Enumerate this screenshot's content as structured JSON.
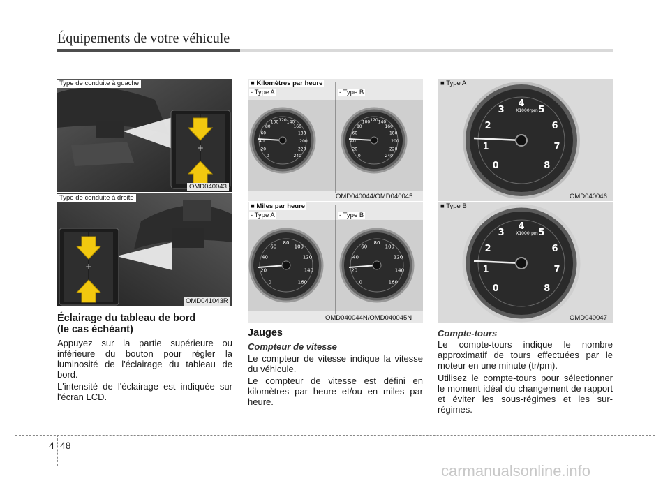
{
  "header": {
    "title": "Équipements de votre véhicule"
  },
  "left_column": {
    "photo_top_label": "Type de conduite à guache",
    "photo_top_code": "OMD040043",
    "photo_bottom_label": "Type de conduite à droite",
    "photo_bottom_code": "OMD041043R",
    "heading_line1": "Éclairage du tableau de bord",
    "heading_line2": "(le cas échéant)",
    "para1": "Appuyez sur la partie supérieure ou inférieure du bouton pour régler la luminosité de l'éclairage du tableau de bord.",
    "para2": "L'intensité de l'éclairage est indiquée sur l'écran LCD."
  },
  "middle_column": {
    "km_header": "■ Kilomètres par heure",
    "km_type_a": "- Type A",
    "km_type_b": "- Type B",
    "km_code": "OMD040044/OMD040045",
    "mph_header": "■ Miles par heure",
    "mph_type_a": "- Type A",
    "mph_type_b": "- Type B",
    "mph_code": "OMD040044N/OMD040045N",
    "heading": "Jauges",
    "subheading": "Compteur de vitesse",
    "para1": "Le compteur de vitesse indique la vitesse du véhicule.",
    "para2": "Le compteur de vitesse est défini en kilomètres par heure et/ou en miles par heure.",
    "km_ticks": [
      "0",
      "20",
      "40",
      "60",
      "80",
      "100",
      "120",
      "140",
      "160",
      "180",
      "200",
      "220",
      "240"
    ],
    "mph_ticks": [
      "0",
      "20",
      "40",
      "60",
      "80",
      "100",
      "120",
      "140",
      "160"
    ]
  },
  "right_column": {
    "type_a_label": "■ Type A",
    "type_a_code": "OMD040046",
    "type_b_label": "■ Type B",
    "type_b_code": "OMD040047",
    "rpm_unit": "X1000rpm",
    "rpm_ticks": [
      "0",
      "1",
      "2",
      "3",
      "4",
      "5",
      "6",
      "7",
      "8"
    ],
    "subheading": "Compte-tours",
    "para1": "Le compte-tours indique le nombre approximatif de tours effectuées par le moteur en une minute (tr/pm).",
    "para2": "Utilisez le compte-tours pour sélectionner le moment idéal du changement de rapport et éviter les sous-régimes et les sur-régimes."
  },
  "footer": {
    "chapter": "4",
    "page": "48",
    "watermark": "carmanualsonline.info"
  }
}
